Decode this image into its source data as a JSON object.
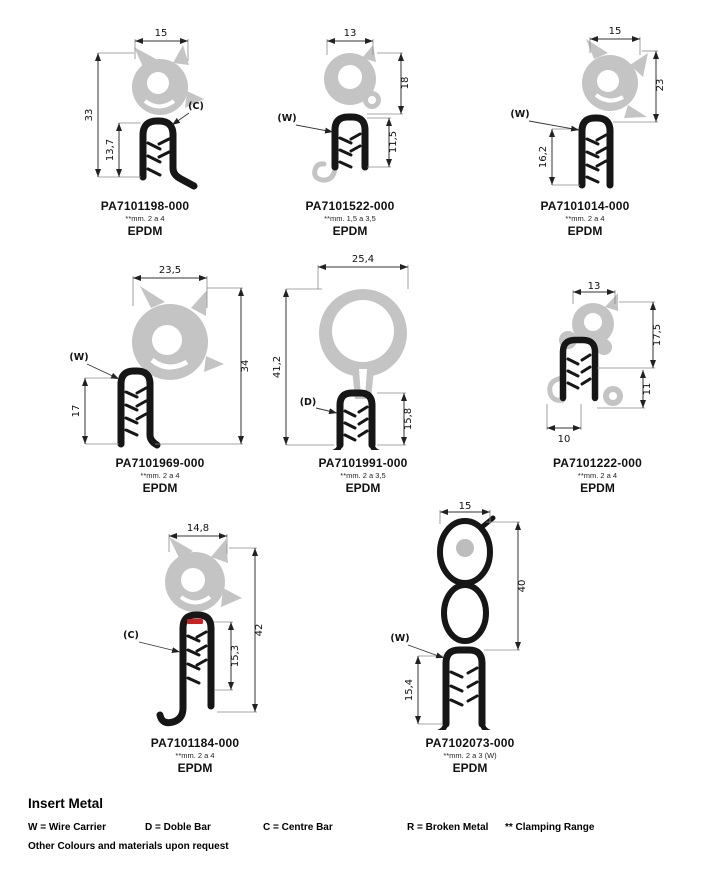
{
  "profiles": [
    {
      "code": "PA7101198-000",
      "clamp_range": "**mm. 2 a 4",
      "material": "EPDM",
      "insert": "(C)",
      "dims": {
        "top_width": "15",
        "overall_height": "33",
        "clamp_height": "13,7"
      }
    },
    {
      "code": "PA7101522-000",
      "clamp_range": "**mm. 1,5 a 3,5",
      "material": "EPDM",
      "insert": "(W)",
      "dims": {
        "top_width": "13",
        "bulb_height": "18",
        "clamp_height": "11,5"
      }
    },
    {
      "code": "PA7101014-000",
      "clamp_range": "**mm. 2 a 4",
      "material": "EPDM",
      "insert": "(W)",
      "dims": {
        "top_width": "15",
        "bulb_height": "23",
        "clamp_height": "16,2"
      }
    },
    {
      "code": "PA7101969-000",
      "clamp_range": "**mm. 2 a 4",
      "material": "EPDM",
      "insert": "(W)",
      "dims": {
        "top_width": "23,5",
        "overall_height": "34",
        "clamp_height": "17"
      }
    },
    {
      "code": "PA7101991-000",
      "clamp_range": "**mm. 2 a 3,5",
      "material": "EPDM",
      "insert": "(D)",
      "dims": {
        "top_width": "25,4",
        "overall_height": "41,2",
        "clamp_height": "15,8"
      }
    },
    {
      "code": "PA7101222-000",
      "clamp_range": "**mm. 2 a 4",
      "material": "EPDM",
      "dims": {
        "top_width": "13",
        "upper_height": "17,5",
        "lower_height": "11",
        "bottom_width": "10"
      }
    },
    {
      "code": "PA7101184-000",
      "clamp_range": "**mm. 2 a 4",
      "material": "EPDM",
      "insert": "(C)",
      "dims": {
        "top_width": "14,8",
        "overall_height": "42",
        "clamp_height": "15,3"
      }
    },
    {
      "code": "PA7102073-000",
      "clamp_range": "**mm. 2 a 3 (W)",
      "material": "EPDM",
      "insert": "(W)",
      "dims": {
        "top_width": "15",
        "bulb_height": "40",
        "clamp_height": "15,4"
      }
    }
  ],
  "footer": {
    "heading": "Insert Metal",
    "legend": [
      "W = Wire Carrier",
      "D = Doble Bar",
      "C = Centre Bar",
      "R = Broken Metal",
      "** Clamping Range"
    ],
    "note": "Other Colours and materials upon request"
  }
}
